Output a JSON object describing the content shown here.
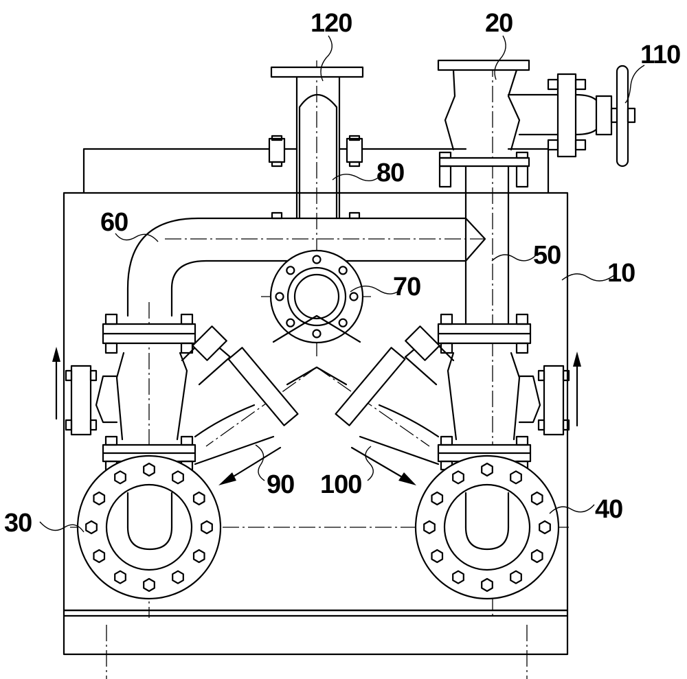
{
  "labels": {
    "l10": "10",
    "l20": "20",
    "l30": "30",
    "l40": "40",
    "l50": "50",
    "l60": "60",
    "l70": "70",
    "l80": "80",
    "l90": "90",
    "l100": "100",
    "l110": "110",
    "l120": "120"
  },
  "colors": {
    "line": "#000000",
    "background": "#ffffff"
  }
}
